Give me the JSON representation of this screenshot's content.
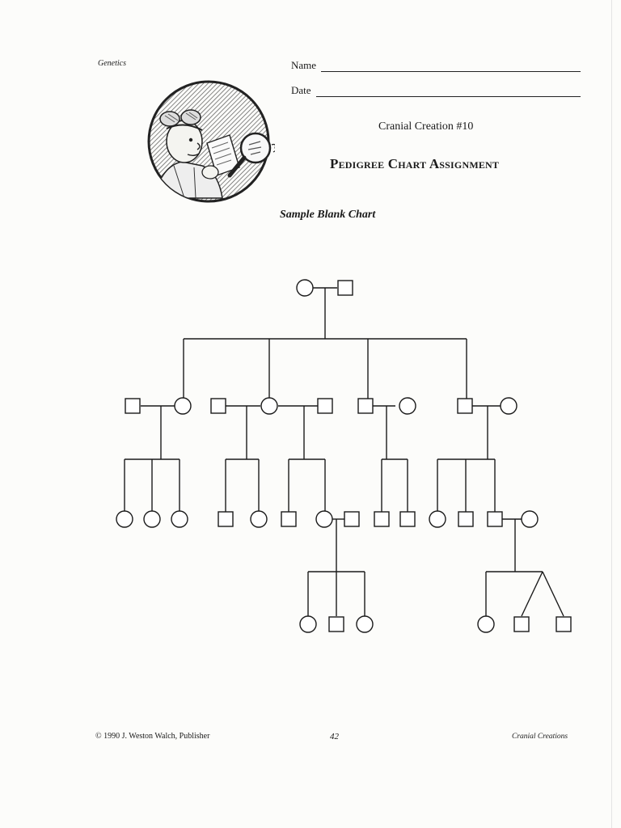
{
  "header": {
    "subject": "Genetics",
    "name_label": "Name",
    "date_label": "Date",
    "creation": "Cranial Creation #10",
    "title": "Pedigree Chart Assignment",
    "subtitle": "Sample Blank Chart"
  },
  "illustration": {
    "icon": "scientist-with-magnifying-glass-icon"
  },
  "footer": {
    "copyright": "© 1990 J. Weston Walch, Publisher",
    "page_number": "42",
    "book_title": "Cranial Creations"
  }
}
